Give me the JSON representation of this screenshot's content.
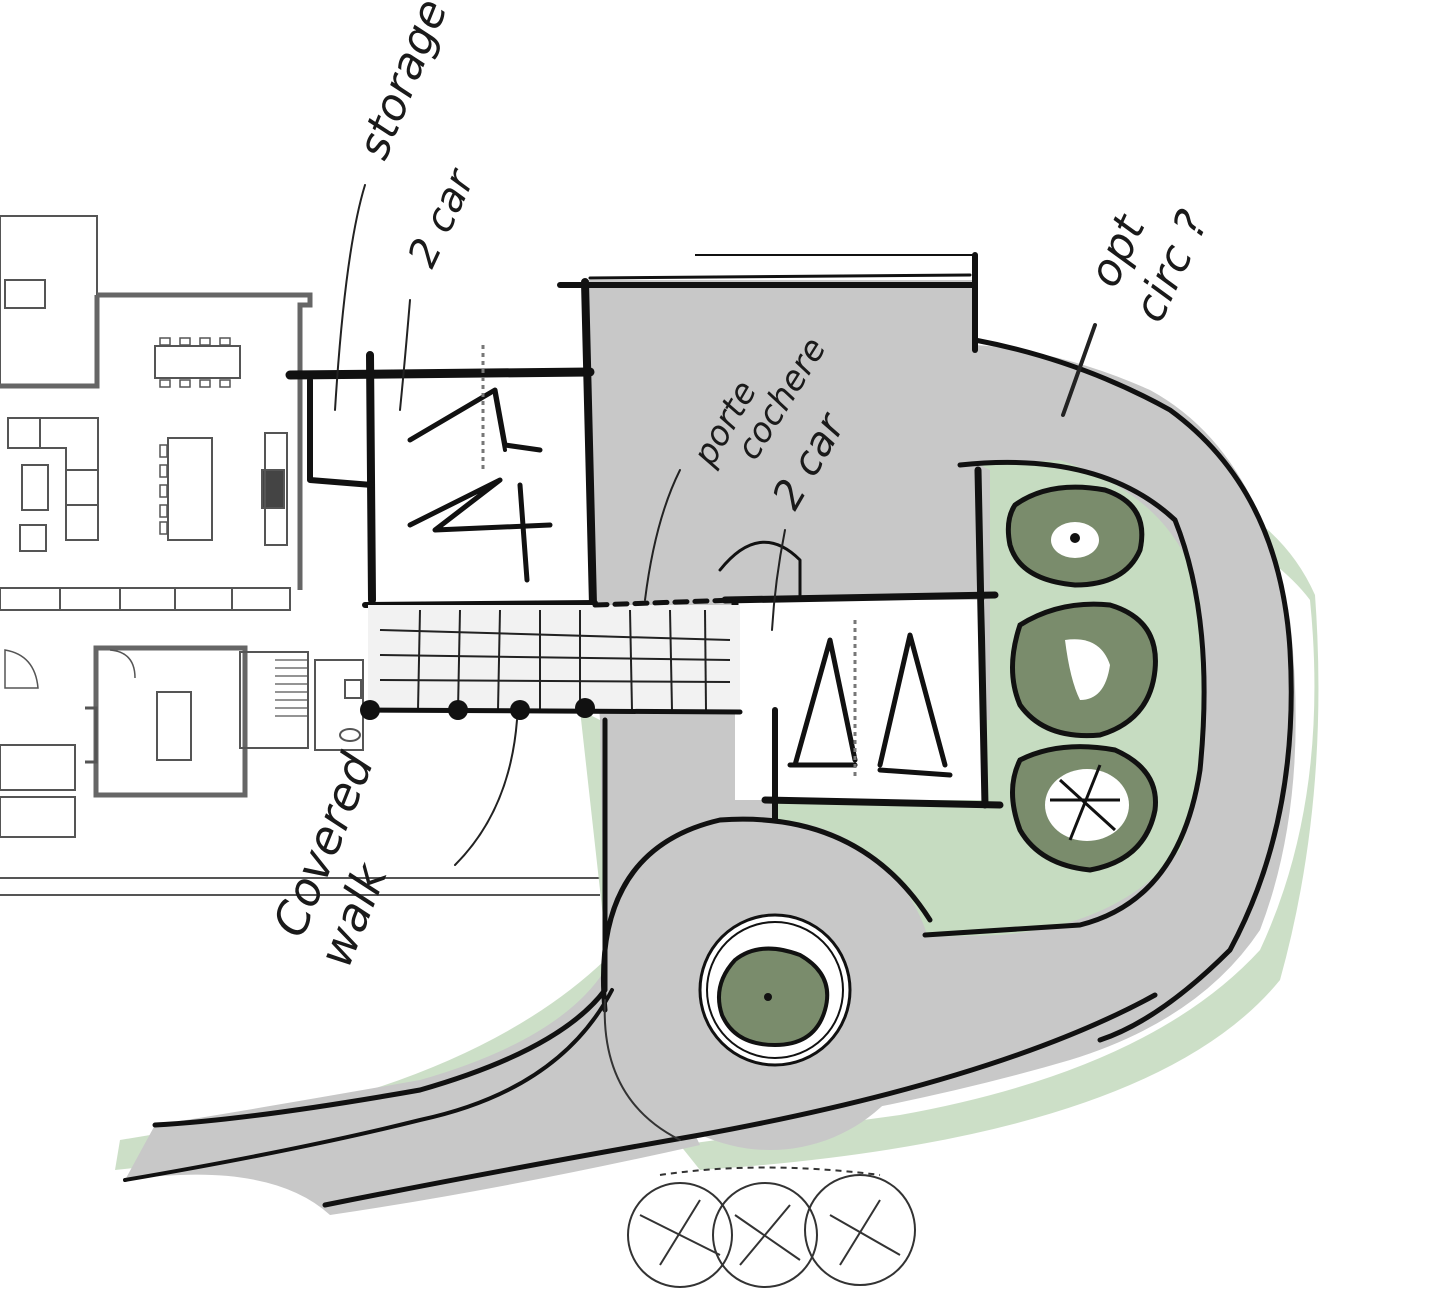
{
  "labels": {
    "storage": "storage",
    "two_car_left": "2 car",
    "porte_cochere_1": "porte",
    "porte_cochere_2": "cochere",
    "two_car_right": "2 car",
    "opt_circ_1": "opt",
    "opt_circ_2": "circ ?",
    "covered_walk_1": "Covered",
    "covered_walk_2": "walk"
  },
  "colors": {
    "paving": "#c8c8c8",
    "lawn": "#c6dcc1",
    "tree": "#7a8c6c",
    "ink": "#111111",
    "plan_line": "#555555"
  }
}
